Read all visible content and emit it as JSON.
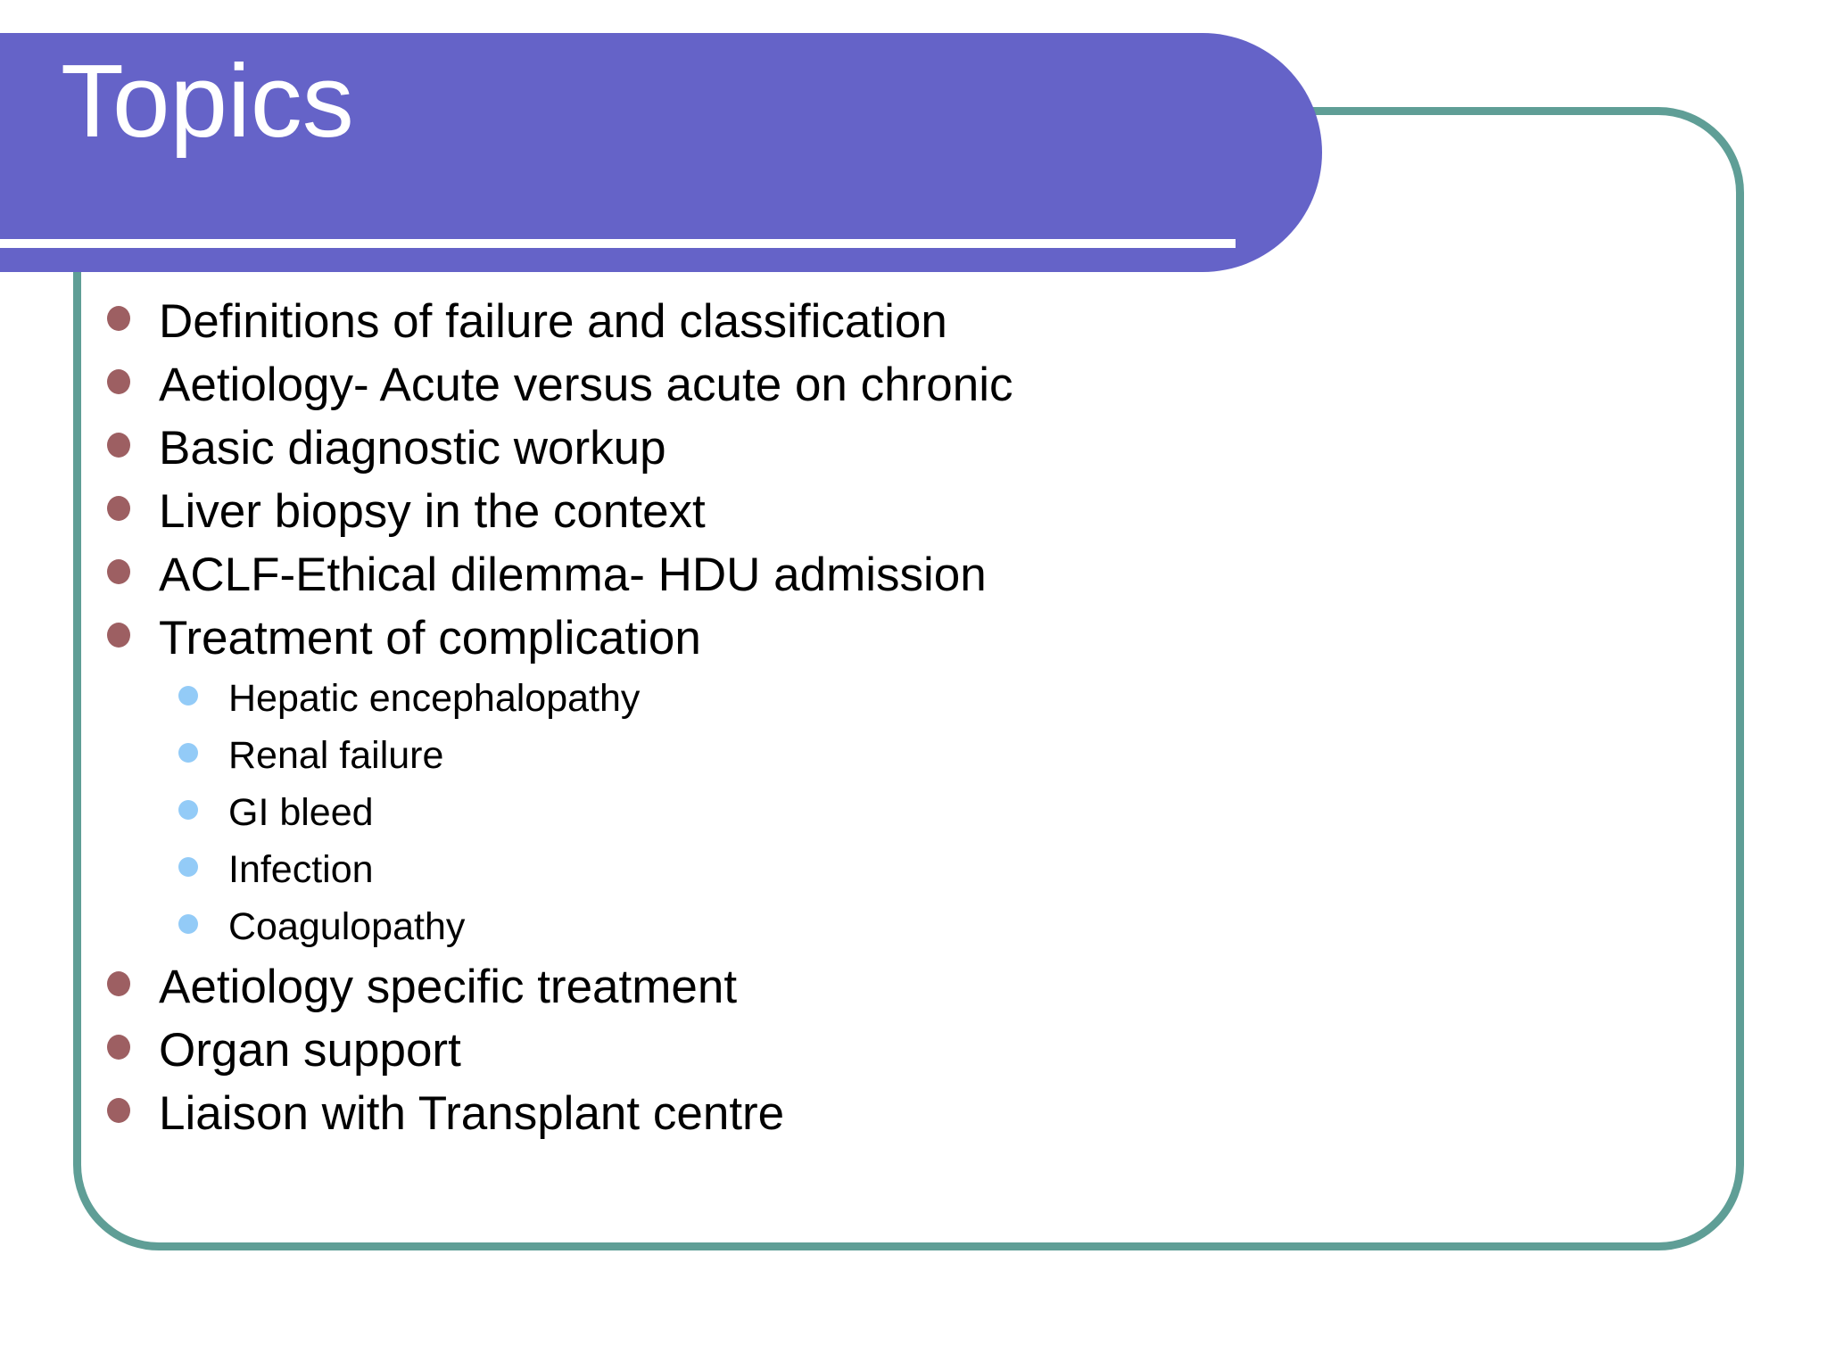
{
  "slide": {
    "title": "Topics",
    "colors": {
      "banner": "#6563c8",
      "frame_border": "#5f9e96",
      "level1_bullet": "#9d5f62",
      "level2_bullet": "#93cbf7",
      "title_text": "#ffffff",
      "body_text": "#000000",
      "background": "#ffffff"
    },
    "bullets": [
      {
        "level": 1,
        "text": "Definitions of failure and classification"
      },
      {
        "level": 1,
        "text": "Aetiology- Acute versus acute on chronic"
      },
      {
        "level": 1,
        "text": "Basic diagnostic workup"
      },
      {
        "level": 1,
        "text": "Liver biopsy in the context"
      },
      {
        "level": 1,
        "text": "ACLF-Ethical dilemma- HDU admission"
      },
      {
        "level": 1,
        "text": "Treatment of complication"
      },
      {
        "level": 2,
        "text": "Hepatic encephalopathy"
      },
      {
        "level": 2,
        "text": "Renal failure"
      },
      {
        "level": 2,
        "text": "GI bleed"
      },
      {
        "level": 2,
        "text": "Infection"
      },
      {
        "level": 2,
        "text": "Coagulopathy"
      },
      {
        "level": 1,
        "text": "Aetiology specific treatment"
      },
      {
        "level": 1,
        "text": "Organ support"
      },
      {
        "level": 1,
        "text": "Liaison with Transplant centre"
      }
    ]
  }
}
